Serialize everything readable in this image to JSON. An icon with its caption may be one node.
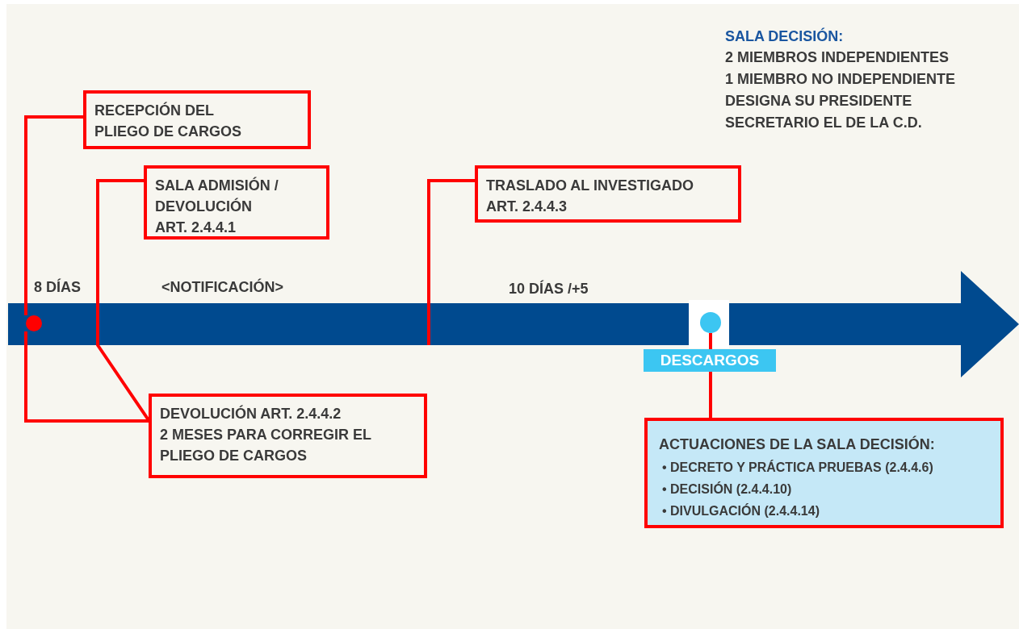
{
  "diagram": {
    "nodes": [
      {
        "text": [
          "RECEPCIÓN DEL PLIEGO DE CARGOS"
        ]
      },
      {
        "text": [
          "SALA ADMISIÓN / DEVOLUCIÓN",
          "ART. 2.4.4.1"
        ]
      },
      {
        "text": [
          "TRASLADO AL INVESTIGADO",
          "ART. 2.4.4.3"
        ]
      },
      {
        "text": [],
        "shape": "arrow"
      },
      {
        "text": [],
        "shape": "circle",
        "in": 3
      },
      {
        "text": [],
        "shape": "circle",
        "in": 3
      },
      {
        "text": [
          "DESCARGOS"
        ]
      },
      {
        "text": [
          "DEVOLUCIÓN ART. 2.4.4.2",
          "2 MESES PARA CORREGIR EL PLIEGO DE CARGOS"
        ]
      },
      {
        "text": [
          "ACTUACIONES DE LA SALA DECISIÓN:",
          "• DECRETO Y PRÁCTICA PRUEBAS (2.4.4.6)",
          "• DECISIÓN (2.4.4.10)",
          "• DIVULGACIÓN (2.4.4.14)"
        ]
      }
    ],
    "edges": [
      {
        "from": 0,
        "to": 4,
        "arrow": "none"
      },
      {
        "from": 4,
        "to": 7,
        "arrow": "none"
      },
      {
        "from": 1,
        "to": 7,
        "arrow": "none"
      },
      {
        "from": 2,
        "to": 3,
        "arrow": "none"
      },
      {
        "from": 5,
        "to": 6,
        "arrow": "none"
      },
      {
        "from": 6,
        "to": 8,
        "arrow": "none"
      }
    ],
    "labels": [
      "SALA DECISIÓN:",
      "2 MIEMBROS INDEPENDIENTES",
      "1 MIEMBRO NO INDEPENDIENTE",
      "DESIGNA SU PRESIDENTE",
      "SECRETARIO EL DE LA C.D.",
      "8 DÍAS",
      "<NOTIFICACIÓN>",
      "10 DÍAS /+5"
    ]
  }
}
